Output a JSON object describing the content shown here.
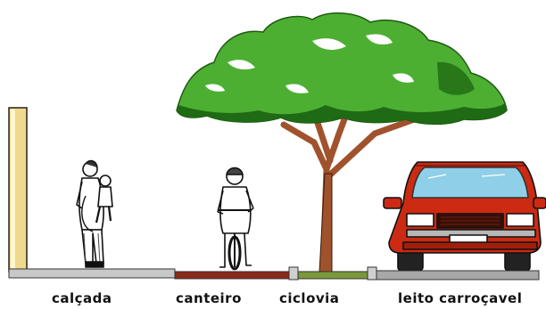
{
  "labels": {
    "sidewalk": "calçada",
    "median": "canteiro",
    "bike_lane": "ciclovia",
    "roadway": "leito carroçavel"
  },
  "colors": {
    "wall": "#f0d98c",
    "sidewalk": "#c8c8c8",
    "median": "#8b2a1a",
    "bike_lane": "#7a9a3a",
    "curb": "#d0d0d0",
    "road": "#a8a8a8",
    "tree_canopy": "#4caf32",
    "tree_trunk": "#a0522d",
    "car_body": "#cc2a12"
  },
  "icons": [
    "wall",
    "pedestrian-with-child",
    "cyclist",
    "tree",
    "car"
  ]
}
